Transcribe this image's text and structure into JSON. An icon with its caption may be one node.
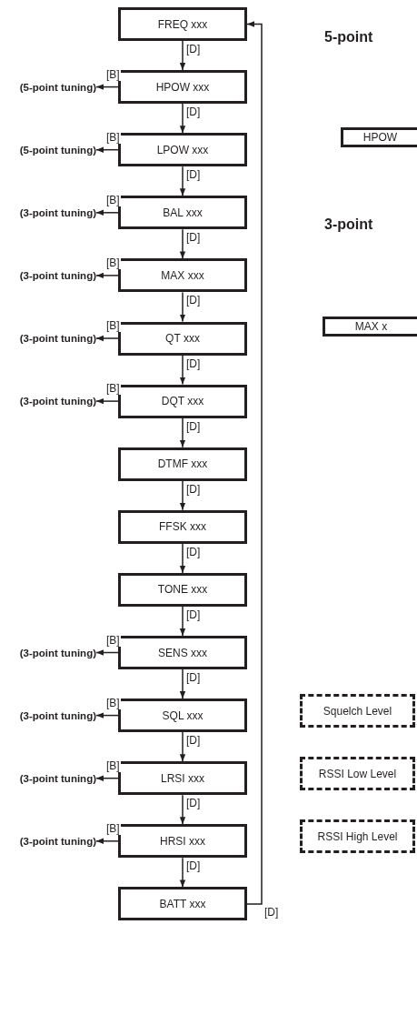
{
  "diagram": {
    "nodes": [
      {
        "text": [
          "FREQ xxx"
        ]
      },
      {
        "text": [
          "HPOW xxx"
        ]
      },
      {
        "text": [
          "LPOW xxx"
        ]
      },
      {
        "text": [
          "BAL xxx"
        ]
      },
      {
        "text": [
          "MAX xxx"
        ]
      },
      {
        "text": [
          "QT xxx"
        ]
      },
      {
        "text": [
          "DQT xxx"
        ]
      },
      {
        "text": [
          "DTMF xxx"
        ]
      },
      {
        "text": [
          "FFSK xxx"
        ]
      },
      {
        "text": [
          "TONE xxx"
        ]
      },
      {
        "text": [
          "SENS xxx"
        ]
      },
      {
        "text": [
          "SQL xxx"
        ]
      },
      {
        "text": [
          "LRSI xxx"
        ]
      },
      {
        "text": [
          "HRSI xxx"
        ]
      },
      {
        "text": [
          "BATT xxx"
        ]
      },
      {
        "text": [
          "(5-point tuning)"
        ]
      },
      {
        "text": [
          "(5-point tuning)"
        ]
      },
      {
        "text": [
          "(3-point tuning)"
        ]
      },
      {
        "text": [
          "(3-point tuning)"
        ]
      },
      {
        "text": [
          "(3-point tuning)"
        ]
      },
      {
        "text": [
          "(3-point tuning)"
        ]
      },
      {
        "text": [
          "(3-point tuning)"
        ]
      },
      {
        "text": [
          "(3-point tuning)"
        ]
      },
      {
        "text": [
          "(3-point tuning)"
        ]
      },
      {
        "text": [
          "(3-point tuning)"
        ]
      },
      {
        "text": [
          "HPOW"
        ]
      },
      {
        "text": [
          "MAX x"
        ]
      },
      {
        "text": [
          "Squelch Level"
        ]
      },
      {
        "text": [
          "RSSI Low Level"
        ]
      },
      {
        "text": [
          "RSSI High Level"
        ]
      }
    ],
    "edges": [
      {
        "from": 0,
        "to": 1,
        "arrow": "to",
        "label": "[D]"
      },
      {
        "from": 1,
        "to": 2,
        "arrow": "to",
        "label": "[D]"
      },
      {
        "from": 2,
        "to": 3,
        "arrow": "to",
        "label": "[D]"
      },
      {
        "from": 3,
        "to": 4,
        "arrow": "to",
        "label": "[D]"
      },
      {
        "from": 4,
        "to": 5,
        "arrow": "to",
        "label": "[D]"
      },
      {
        "from": 5,
        "to": 6,
        "arrow": "to",
        "label": "[D]"
      },
      {
        "from": 6,
        "to": 7,
        "arrow": "to",
        "label": "[D]"
      },
      {
        "from": 7,
        "to": 8,
        "arrow": "to",
        "label": "[D]"
      },
      {
        "from": 8,
        "to": 9,
        "arrow": "to",
        "label": "[D]"
      },
      {
        "from": 9,
        "to": 10,
        "arrow": "to",
        "label": "[D]"
      },
      {
        "from": 10,
        "to": 11,
        "arrow": "to",
        "label": "[D]"
      },
      {
        "from": 11,
        "to": 12,
        "arrow": "to",
        "label": "[D]"
      },
      {
        "from": 12,
        "to": 13,
        "arrow": "to",
        "label": "[D]"
      },
      {
        "from": 13,
        "to": 14,
        "arrow": "to",
        "label": "[D]"
      },
      {
        "from": 1,
        "to": 15,
        "arrow": "to",
        "label": "[B]"
      },
      {
        "from": 2,
        "to": 16,
        "arrow": "to",
        "label": "[B]"
      },
      {
        "from": 3,
        "to": 17,
        "arrow": "to",
        "label": "[B]"
      },
      {
        "from": 4,
        "to": 18,
        "arrow": "to",
        "label": "[B]"
      },
      {
        "from": 5,
        "to": 19,
        "arrow": "to",
        "label": "[B]"
      },
      {
        "from": 6,
        "to": 20,
        "arrow": "to",
        "label": "[B]"
      },
      {
        "from": 10,
        "to": 21,
        "arrow": "to",
        "label": "[B]"
      },
      {
        "from": 11,
        "to": 22,
        "arrow": "to",
        "label": "[B]"
      },
      {
        "from": 12,
        "to": 23,
        "arrow": "to",
        "label": "[B]"
      },
      {
        "from": 13,
        "to": 24,
        "arrow": "to",
        "label": "[B]"
      },
      {
        "from": 14,
        "to": 0,
        "arrow": "to",
        "label": "[D]"
      }
    ],
    "labels": [
      "5-point",
      "3-point"
    ]
  }
}
